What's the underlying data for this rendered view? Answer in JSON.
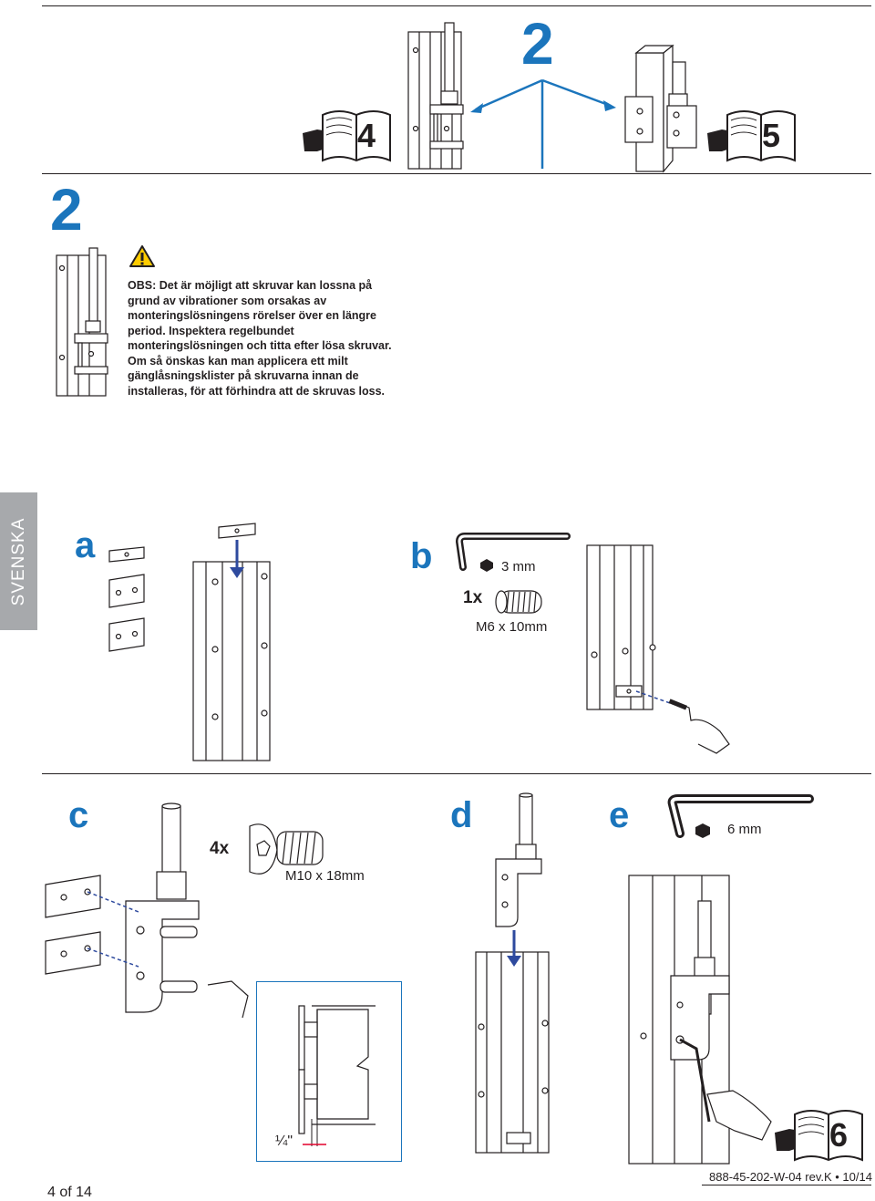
{
  "header": {
    "step_title": "2",
    "ref_page_left": "4",
    "ref_page_right": "5"
  },
  "step_label": "2",
  "warning": {
    "icon": "warning-triangle-icon",
    "text": "OBS: Det är möjligt att skruvar kan lossna på grund av vibrationer som orsakas av monteringslösningens rörelser över en längre period. Inspektera regelbundet monteringslösningen och titta efter lösa skruvar. Om så önskas kan man applicera ett milt gänglåsningsklister på skruvarna innan de installeras, för att förhindra att de skruvas loss."
  },
  "side_tab": "SVENSKA",
  "panels": {
    "a": {
      "letter": "a"
    },
    "b": {
      "letter": "b",
      "tool_size": "3 mm",
      "qty": "1x",
      "part": "M6 x 10mm"
    },
    "c": {
      "letter": "c",
      "qty": "4x",
      "part": "M10 x 18mm",
      "detail_gap": "¼\""
    },
    "d": {
      "letter": "d"
    },
    "e": {
      "letter": "e",
      "tool_size": "6 mm",
      "ref_page": "6"
    }
  },
  "colors": {
    "accent": "#1b75bc",
    "tab_gray": "#a7a9ac",
    "ink": "#231f20",
    "arrow_blue": "#2e4a9e",
    "dim_red": "#e4002b"
  },
  "footer": {
    "page": "4 of 14",
    "doc_code": "888-45-202-W-04 rev.K • 10/14"
  }
}
